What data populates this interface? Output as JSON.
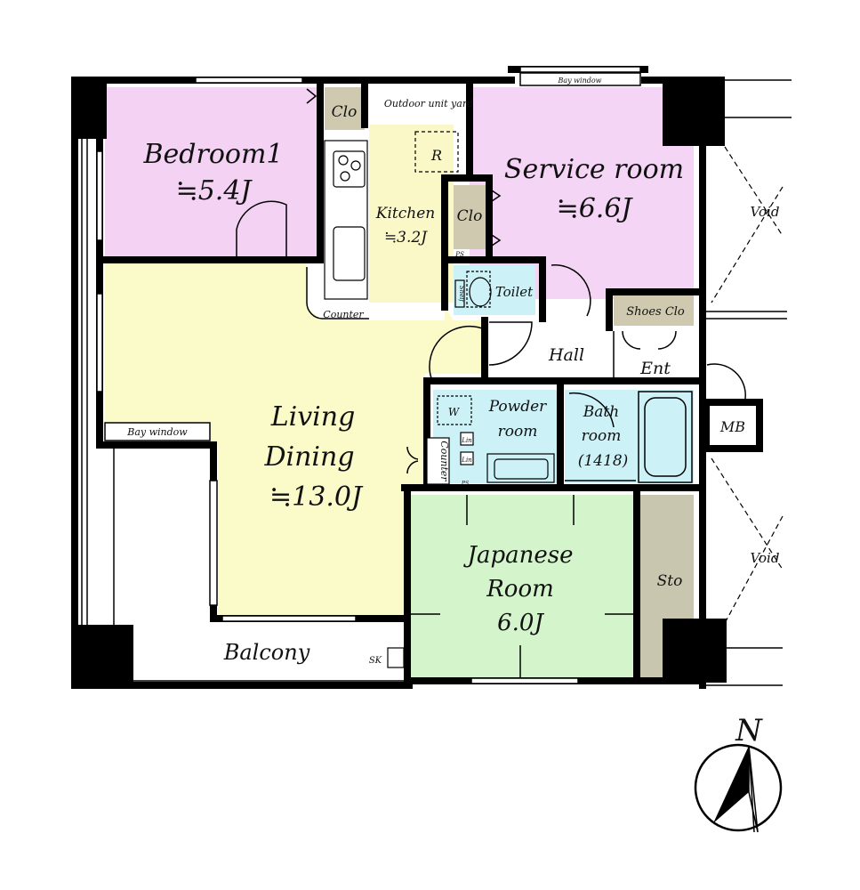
{
  "rooms": {
    "bedroom1": {
      "name": "Bedroom1",
      "size": "≒5.4J",
      "color": "#f3d2f3"
    },
    "service_room": {
      "name": "Service room",
      "size": "≒6.6J",
      "color": "#f5d5f5"
    },
    "kitchen": {
      "name": "Kitchen",
      "size": "≒3.2J",
      "color": "#fbf8c8"
    },
    "living_dining": {
      "line1": "Living",
      "line2": "Dining",
      "size": "≒13.0J",
      "color": "#fbfbca"
    },
    "japanese_room": {
      "line1": "Japanese",
      "line2": "Room",
      "size": "6.0J",
      "color": "#d4f5cc"
    },
    "powder_room": {
      "line1": "Powder",
      "line2": "room",
      "color": "#ccf2f8"
    },
    "bath_room": {
      "line1": "Bath",
      "line2": "room",
      "size": "(1418)",
      "color": "#ccf2f8"
    },
    "toilet": {
      "name": "Toilet",
      "color": "#ccf2f8"
    },
    "hall": {
      "name": "Hall"
    },
    "ent": {
      "name": "Ent"
    },
    "balcony": {
      "name": "Balcony"
    }
  },
  "labels": {
    "clo_bedroom": "Clo",
    "clo_kitchen": "Clo",
    "outdoor_unit_yard": "Outdoor unit yard",
    "bay_window_top": "Bay window",
    "bay_window_left": "Bay window",
    "void_top": "Void",
    "void_bottom": "Void",
    "counter_kitchen": "Counter",
    "counter_powder": "Counter",
    "shoes_clo": "Shoes Clo",
    "mb": "MB",
    "sto": "Sto",
    "sk": "SK",
    "refrigerator": "R",
    "washer": "W",
    "lin1": "Lin",
    "lin2": "Lin",
    "ps1": "PS",
    "ps2": "PS",
    "shelf": "Shelf",
    "compass": "N"
  },
  "colors": {
    "wall": "#000000",
    "closet": "#cfc9b0",
    "storage": "#c9c6b0",
    "wet_area": "#ccf2f8"
  }
}
